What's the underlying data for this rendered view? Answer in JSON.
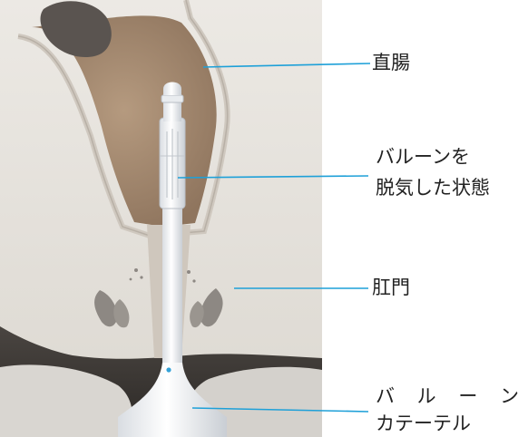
{
  "labels": {
    "rectum": "直腸",
    "deflated_balloon_line1": "バルーンを",
    "deflated_balloon_line2": "脱気した状態",
    "anus": "肛門",
    "balloon_catheter_line1": "バ ル ー ン",
    "balloon_catheter_line2": "カテーテル"
  },
  "colors": {
    "leader_line": "#1ea0d8",
    "tissue": "#e7e2da",
    "rectum_cavity": "#a78d74",
    "catheter": "#f6f7f8",
    "skin_fold": "#3e3a36"
  }
}
